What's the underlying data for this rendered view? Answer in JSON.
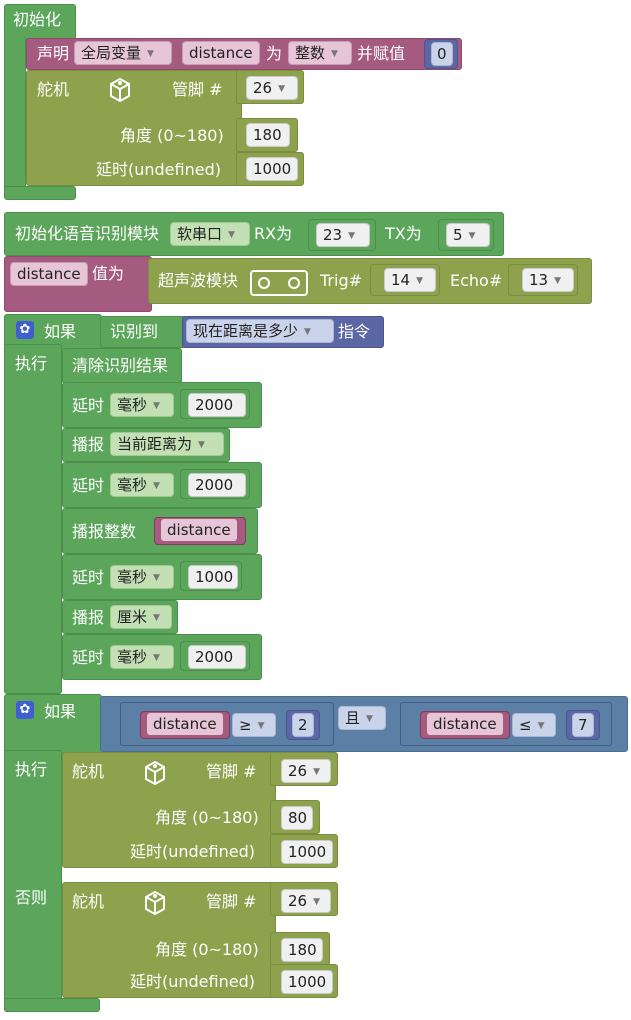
{
  "init": {
    "hat_label": "初始化",
    "declare": {
      "label": "声明",
      "scope": "全局变量",
      "var_name": "distance",
      "as_label": "为",
      "type": "整数",
      "assign_label": "并赋值",
      "value": "0"
    },
    "servo": {
      "label": "舵机",
      "pin_label": "管脚 #",
      "pin": "26",
      "angle_label": "角度 (0~180)",
      "angle": "180",
      "delay_label": "延时(undefined)",
      "delay": "1000"
    }
  },
  "main": {
    "voice_init": {
      "label": "初始化语音识别模块",
      "port": "软串口",
      "rx_label": "RX为",
      "rx": "23",
      "tx_label": "TX为",
      "tx": "5"
    },
    "assign": {
      "var_name": "distance",
      "label": "值为",
      "sensor_label": "超声波模块",
      "trig_label": "Trig#",
      "trig": "14",
      "echo_label": "Echo#",
      "echo": "13"
    },
    "if1": {
      "if_label": "如果",
      "recog_label": "识别到",
      "command": "现在距离是多少",
      "cmd_label": "指令",
      "do_label": "执行",
      "clear_label": "清除识别结果",
      "delay_label": "延时",
      "unit": "毫秒",
      "delay1": "2000",
      "speak_label": "播报",
      "speak_text": "当前距离为",
      "delay2": "2000",
      "speak_int_label": "播报整数",
      "speak_var": "distance",
      "delay3": "1000",
      "speak_unit": "厘米",
      "delay4": "2000"
    },
    "if2": {
      "if_label": "如果",
      "left_var": "distance",
      "left_op": "≥",
      "left_val": "2",
      "logic": "且",
      "right_var": "distance",
      "right_op": "≤",
      "right_val": "7",
      "do_label": "执行",
      "else_label": "否则",
      "servo_label": "舵机",
      "pin_label": "管脚 #",
      "angle_label": "角度 (0~180)",
      "delay_label": "延时(undefined)",
      "do_pin": "26",
      "do_angle": "80",
      "do_delay": "1000",
      "else_pin": "26",
      "else_angle": "180",
      "else_delay": "1000"
    }
  },
  "colors": {
    "loops": "#5ca65c",
    "actuators": "#8ea24d",
    "variables": "#a55b80",
    "logic": "#5b7fa5",
    "numbers": "#5b67a5"
  }
}
